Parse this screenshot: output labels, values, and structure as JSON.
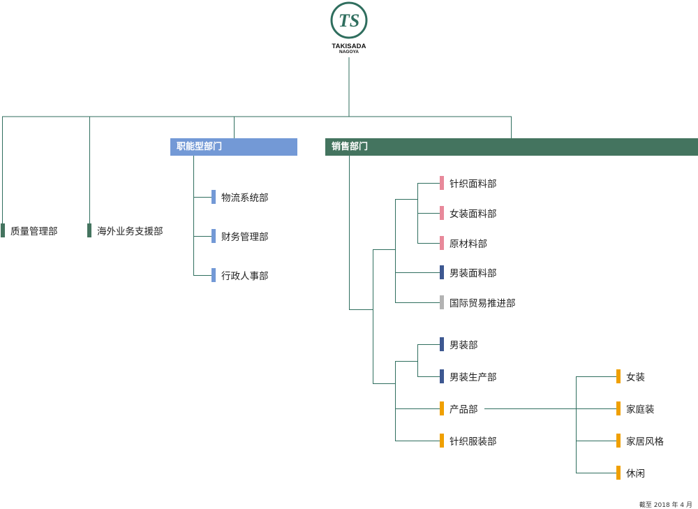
{
  "logo": {
    "monogram": "TS",
    "name": "TAKISADA",
    "sub": "NAGOYA"
  },
  "colors": {
    "line": "#2f6e5e",
    "green": "#44745f",
    "blue": "#7399d6",
    "pink": "#e8899a",
    "navy": "#3e5891",
    "gray": "#b3b3b3",
    "orange": "#f0a000"
  },
  "departments": {
    "quality": "质量管理部",
    "overseas": "海外业务支援部",
    "functional": "职能型部门",
    "sales": "销售部门"
  },
  "functional_units": [
    "物流系统部",
    "财务管理部",
    "行政人事部"
  ],
  "sales_fabric_units": [
    "针织面料部",
    "女装面料部",
    "原材料部",
    "男装面料部",
    "国际贸易推进部"
  ],
  "sales_garment_units": [
    "男装部",
    "男装生产部",
    "产品部",
    "针织服装部"
  ],
  "product_lines": [
    "女装",
    "家庭装",
    "家居风格",
    "休闲"
  ],
  "footer": "截至 2018 年 4 月"
}
